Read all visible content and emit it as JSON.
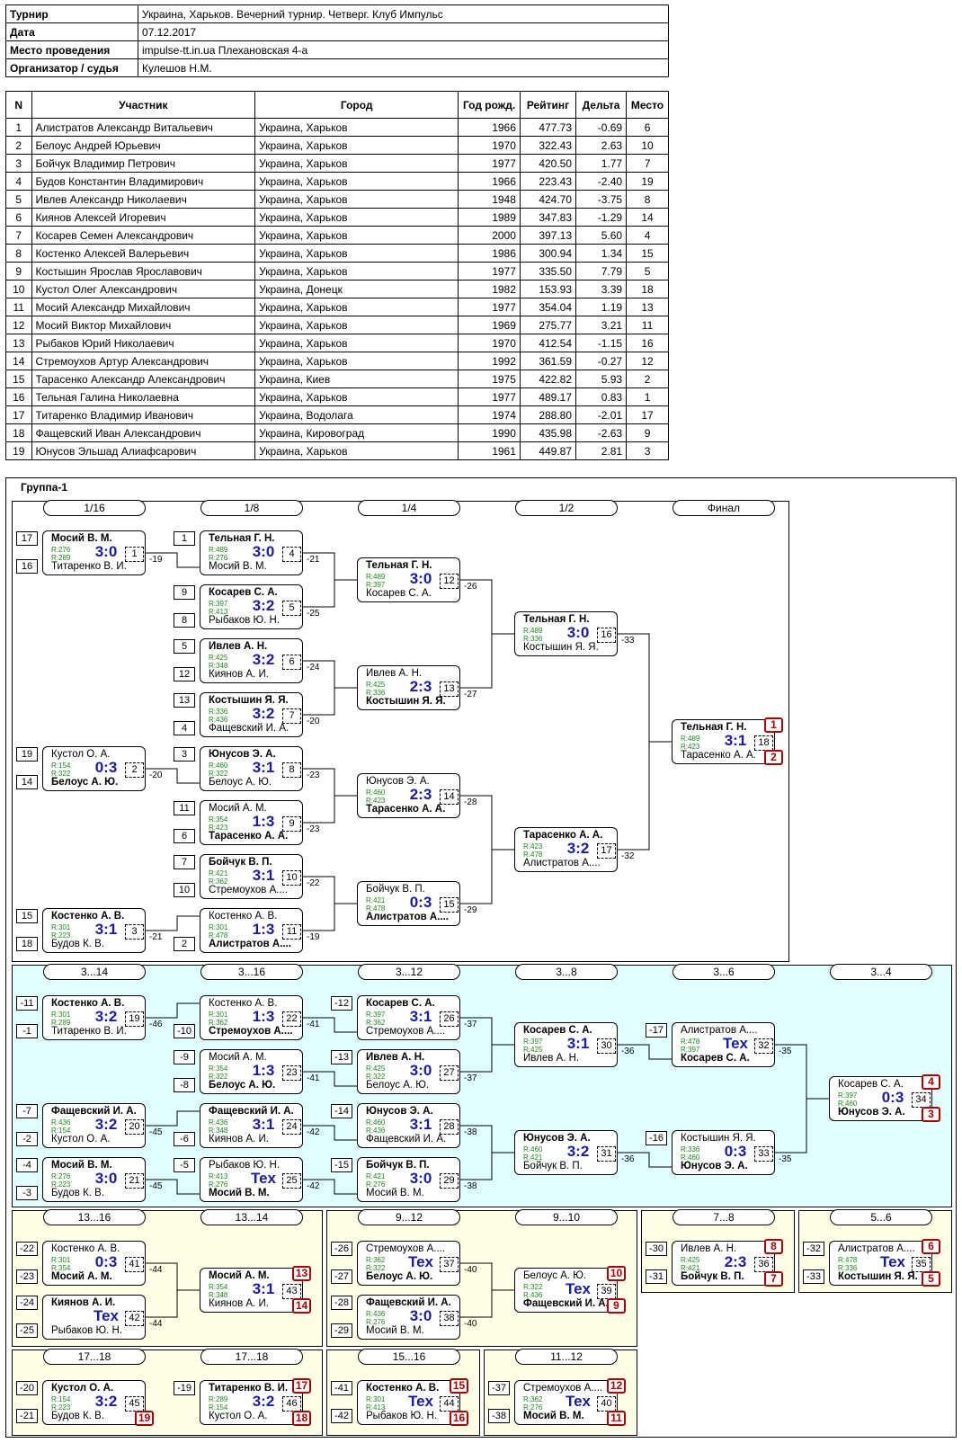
{
  "info": [
    {
      "k": "Турнир",
      "v": "Украина, Харьков. Вечерний турнир. Четверг. Клуб Импульс"
    },
    {
      "k": "Дата",
      "v": "07.12.2017"
    },
    {
      "k": "Место проведения",
      "v": "impulse-tt.in.ua Плехановская 4-а"
    },
    {
      "k": "Организатор / судья",
      "v": "Кулешов Н.М."
    }
  ],
  "headers": [
    "N",
    "Участник",
    "Город",
    "Год рожд.",
    "Рейтинг",
    "Дельта",
    "Место"
  ],
  "participants": [
    [
      "1",
      "Алистратов Александр Витальевич",
      "Украина, Харьков",
      "1966",
      "477.73",
      "-0.69",
      "6"
    ],
    [
      "2",
      "Белоус Андрей Юрьевич",
      "Украина, Харьков",
      "1970",
      "322.43",
      "2.63",
      "10"
    ],
    [
      "3",
      "Бойчук Владимир Петрович",
      "Украина, Харьков",
      "1977",
      "420.50",
      "1.77",
      "7"
    ],
    [
      "4",
      "Будов Константин Владимирович",
      "Украина, Харьков",
      "1966",
      "223.43",
      "-2.40",
      "19"
    ],
    [
      "5",
      "Ивлев Александр Николаевич",
      "Украина, Харьков",
      "1948",
      "424.70",
      "-3.75",
      "8"
    ],
    [
      "6",
      "Киянов Алексей Игоревич",
      "Украина, Харьков",
      "1989",
      "347.83",
      "-1.29",
      "14"
    ],
    [
      "7",
      "Косарев Семен Александрович",
      "Украина, Харьков",
      "2000",
      "397.13",
      "5.60",
      "4"
    ],
    [
      "8",
      "Костенко Алексей Валерьевич",
      "Украина, Харьков",
      "1986",
      "300.94",
      "1.34",
      "15"
    ],
    [
      "9",
      "Костышин Ярослав Ярославович",
      "Украина, Харьков",
      "1977",
      "335.50",
      "7.79",
      "5"
    ],
    [
      "10",
      "Кустол Олег Александрович",
      "Украина, Донецк",
      "1982",
      "153.93",
      "3.39",
      "18"
    ],
    [
      "11",
      "Мосий Александр Михайлович",
      "Украина, Харьков",
      "1977",
      "354.04",
      "1.19",
      "13"
    ],
    [
      "12",
      "Мосий Виктор Михайлович",
      "Украина, Харьков",
      "1969",
      "275.77",
      "3.21",
      "11"
    ],
    [
      "13",
      "Рыбаков Юрий Николаевич",
      "Украина, Харьков",
      "1970",
      "412.54",
      "-1.15",
      "16"
    ],
    [
      "14",
      "Стремоухов Артур Александрович",
      "Украина, Харьков",
      "1992",
      "361.59",
      "-0.27",
      "12"
    ],
    [
      "15",
      "Тарасенко Александр Александрович",
      "Украина, Киев",
      "1975",
      "422.82",
      "5.93",
      "2"
    ],
    [
      "16",
      "Тельная Галина Николаевна",
      "Украина, Харьков",
      "1977",
      "489.17",
      "0.83",
      "1"
    ],
    [
      "17",
      "Титаренко Владимир Иванович",
      "Украина, Водолага",
      "1974",
      "288.80",
      "-2.01",
      "17"
    ],
    [
      "18",
      "Фащевский Иван Александрович",
      "Украина, Кировоград",
      "1990",
      "435.98",
      "-2.63",
      "9"
    ],
    [
      "19",
      "Юнусов Эльшад Алиафсарович",
      "Украина, Харьков",
      "1961",
      "449.87",
      "2.81",
      "3"
    ]
  ],
  "group_title": "Группа-1",
  "round_labels": {
    "r16": "1/16",
    "r8": "1/8",
    "r4": "1/4",
    "r2": "1/2",
    "final": "Финал",
    "c314": "3...14",
    "c316": "3...16",
    "c312": "3...12",
    "c38": "3...8",
    "c36": "3...6",
    "c34": "3...4",
    "c1316": "13...16",
    "c1314": "13...14",
    "c912": "9...12",
    "c910": "9...10",
    "c78": "7...8",
    "c56": "5...6",
    "c1718a": "17...18",
    "c1718b": "17...18",
    "c1516": "15...16",
    "c1112": "11...12"
  },
  "matches": [
    {
      "p1": "Мосий В. М.",
      "w": 1,
      "r1": "R:276",
      "r2": "R:289",
      "sc": "3:0",
      "id": "1",
      "p2": "Титаренко В. И.",
      "s1": "17",
      "s2": "16",
      "lnk": "-19"
    },
    {
      "p1": "Тельная Г. Н.",
      "w": 1,
      "r1": "R:489",
      "r2": "R:276",
      "sc": "3:0",
      "id": "4",
      "p2": "Мосий В. М.",
      "s1": "1",
      "lnk": "-21"
    },
    {
      "p1": "Косарев С. А.",
      "w": 1,
      "r1": "R:397",
      "r2": "R:413",
      "sc": "3:2",
      "id": "5",
      "p2": "Рыбаков Ю. Н.",
      "s1": "9",
      "s2": "8",
      "lnk": "-25"
    },
    {
      "p1": "Ивлев А. Н.",
      "w": 1,
      "r1": "R:425",
      "r2": "R:348",
      "sc": "3:2",
      "id": "6",
      "p2": "Киянов А. И.",
      "s1": "5",
      "s2": "12",
      "lnk": "-24"
    },
    {
      "p1": "Костышин Я. Я.",
      "w": 1,
      "r1": "R:336",
      "r2": "R:436",
      "sc": "3:2",
      "id": "7",
      "p2": "Фащевский И. А.",
      "s1": "13",
      "s2": "4",
      "lnk": "-20"
    },
    {
      "p1": "Кустол О. А.",
      "w": 2,
      "r1": "R:154",
      "r2": "R:322",
      "sc": "0:3",
      "id": "2",
      "p2": "Белоус А. Ю.",
      "s1": "19",
      "s2": "14",
      "lnk": "-20"
    },
    {
      "p1": "Юнусов Э. А.",
      "w": 1,
      "r1": "R:460",
      "r2": "R:322",
      "sc": "3:1",
      "id": "8",
      "p2": "Белоус А. Ю.",
      "s1": "3",
      "lnk": "-23"
    },
    {
      "p1": "Мосий А. М.",
      "w": 2,
      "r1": "R:354",
      "r2": "R:423",
      "sc": "1:3",
      "id": "9",
      "p2": "Тарасенко А. А.",
      "s1": "11",
      "s2": "6",
      "lnk": "-23"
    },
    {
      "p1": "Бойчук В. П.",
      "w": 1,
      "r1": "R:421",
      "r2": "R:362",
      "sc": "3:1",
      "id": "10",
      "p2": "Стремоухов А....",
      "s1": "7",
      "s2": "10",
      "lnk": "-22"
    },
    {
      "p1": "Костенко А. В.",
      "w": 1,
      "r1": "R:301",
      "r2": "R:223",
      "sc": "3:1",
      "id": "3",
      "p2": "Будов К. В.",
      "s1": "15",
      "s2": "18",
      "lnk": "-21"
    },
    {
      "p1": "Костенко А. В.",
      "w": 2,
      "r1": "R:301",
      "r2": "R:478",
      "sc": "1:3",
      "id": "11",
      "p2": "Алистратов А....",
      "s2": "2",
      "lnk": "-19"
    },
    {
      "p1": "Тельная Г. Н.",
      "w": 1,
      "r1": "R:489",
      "r2": "R:397",
      "sc": "3:0",
      "id": "12",
      "p2": "Косарев С. А.",
      "lnk": "-26"
    },
    {
      "p1": "Ивлев А. Н.",
      "w": 2,
      "r1": "R:425",
      "r2": "R:336",
      "sc": "2:3",
      "id": "13",
      "p2": "Костышин Я. Я.",
      "lnk": "-27"
    },
    {
      "p1": "Юнусов Э. А.",
      "w": 2,
      "r1": "R:460",
      "r2": "R:423",
      "sc": "2:3",
      "id": "14",
      "p2": "Тарасенко А. А.",
      "lnk": "-28"
    },
    {
      "p1": "Бойчук В. П.",
      "w": 2,
      "r1": "R:421",
      "r2": "R:478",
      "sc": "0:3",
      "id": "15",
      "p2": "Алистратов А....",
      "lnk": "-29"
    },
    {
      "p1": "Тельная Г. Н.",
      "w": 1,
      "r1": "R:489",
      "r2": "R:336",
      "sc": "3:0",
      "id": "16",
      "p2": "Костышин Я. Я.",
      "lnk": "-33"
    },
    {
      "p1": "Тарасенко А. А.",
      "w": 1,
      "r1": "R:423",
      "r2": "R:478",
      "sc": "3:2",
      "id": "17",
      "p2": "Алистратов А....",
      "lnk": "-32"
    },
    {
      "p1": "Тельная Г. Н.",
      "w": 1,
      "r1": "R:489",
      "r2": "R:423",
      "sc": "3:1",
      "id": "18",
      "p2": "Тарасенко А. А.",
      "pl1": "1",
      "pl2": "2"
    },
    {
      "p1": "Костенко А. В.",
      "w": 1,
      "r1": "R:301",
      "r2": "R:289",
      "sc": "3:2",
      "id": "19",
      "p2": "Титаренко В. И.",
      "s1": "-11",
      "s2": "-1",
      "lnk": "-46"
    },
    {
      "p1": "Фащевский И. А.",
      "w": 1,
      "r1": "R:436",
      "r2": "R:154",
      "sc": "3:2",
      "id": "20",
      "p2": "Кустол О. А.",
      "s1": "-7",
      "s2": "-2",
      "lnk": "-45"
    },
    {
      "p1": "Мосий В. М.",
      "w": 1,
      "r1": "R:276",
      "r2": "R:223",
      "sc": "3:0",
      "id": "21",
      "p2": "Будов К. В.",
      "s1": "-4",
      "s2": "-3",
      "lnk": "-45"
    },
    {
      "p1": "Костенко А. В.",
      "w": 2,
      "r1": "R:301",
      "r2": "R:362",
      "sc": "1:3",
      "id": "22",
      "p2": "Стремоухов А....",
      "s2": "-10",
      "lnk": "-41"
    },
    {
      "p1": "Мосий А. М.",
      "w": 2,
      "r1": "R:354",
      "r2": "R:322",
      "sc": "1:3",
      "id": "23",
      "p2": "Белоус А. Ю.",
      "s1": "-9",
      "s2": "-8",
      "lnk": "-41"
    },
    {
      "p1": "Фащевский И. А.",
      "w": 1,
      "r1": "R:436",
      "r2": "R:348",
      "sc": "3:1",
      "id": "24",
      "p2": "Киянов А. И.",
      "s2": "-6",
      "lnk": "-42"
    },
    {
      "p1": "Рыбаков Ю. Н.",
      "w": 2,
      "r1": "R:413",
      "r2": "R:276",
      "sc": "Tex",
      "id": "25",
      "p2": "Мосий В. М.",
      "s1": "-5",
      "lnk": "-42"
    },
    {
      "p1": "Косарев С. А.",
      "w": 1,
      "r1": "R:397",
      "r2": "R:362",
      "sc": "3:1",
      "id": "26",
      "p2": "Стремоухов А....",
      "s1": "-12",
      "lnk": "-37"
    },
    {
      "p1": "Ивлев А. Н.",
      "w": 1,
      "r1": "R:425",
      "r2": "R:322",
      "sc": "3:0",
      "id": "27",
      "p2": "Белоус А. Ю.",
      "s1": "-13",
      "lnk": "-37"
    },
    {
      "p1": "Юнусов Э. А.",
      "w": 1,
      "r1": "R:460",
      "r2": "R:436",
      "sc": "3:1",
      "id": "28",
      "p2": "Фащевский И. А.",
      "s1": "-14",
      "lnk": "-38"
    },
    {
      "p1": "Бойчук В. П.",
      "w": 1,
      "r1": "R:421",
      "r2": "R:276",
      "sc": "3:0",
      "id": "29",
      "p2": "Мосий В. М.",
      "s1": "-15",
      "lnk": "-38"
    },
    {
      "p1": "Косарев С. А.",
      "w": 1,
      "r1": "R:397",
      "r2": "R:425",
      "sc": "3:1",
      "id": "30",
      "p2": "Ивлев А. Н.",
      "lnk": "-36"
    },
    {
      "p1": "Юнусов Э. А.",
      "w": 1,
      "r1": "R:460",
      "r2": "R:421",
      "sc": "3:2",
      "id": "31",
      "p2": "Бойчук В. П.",
      "lnk": "-36"
    },
    {
      "p1": "Алистратов А....",
      "w": 2,
      "r1": "R:478",
      "r2": "R:397",
      "sc": "Tex",
      "id": "32",
      "p2": "Косарев С. А.",
      "s1": "-17",
      "lnk": "-35"
    },
    {
      "p1": "Костышин Я. Я.",
      "w": 2,
      "r1": "R:336",
      "r2": "R:460",
      "sc": "0:3",
      "id": "33",
      "p2": "Юнусов Э. А.",
      "s1": "-16",
      "lnk": "-35"
    },
    {
      "p1": "Косарев С. А.",
      "w": 2,
      "r1": "R:397",
      "r2": "R:460",
      "sc": "0:3",
      "id": "34",
      "p2": "Юнусов Э. А.",
      "pl1": "4",
      "pl2": "3"
    },
    {
      "p1": "Костенко А. В.",
      "w": 2,
      "r1": "R:301",
      "r2": "R:354",
      "sc": "0:3",
      "id": "41",
      "p2": "Мосий А. М.",
      "s1": "-22",
      "s2": "-23",
      "lnk": "-44"
    },
    {
      "p1": "Киянов А. И.",
      "w": 1,
      "r1": "",
      "r2": "",
      "sc": "Tex",
      "id": "42",
      "p2": "Рыбаков Ю. Н.",
      "s1": "-24",
      "s2": "-25",
      "lnk": "-44"
    },
    {
      "p1": "Мосий А. М.",
      "w": 1,
      "r1": "R:354",
      "r2": "R:348",
      "sc": "3:1",
      "id": "43",
      "p2": "Киянов А. И.",
      "pl1": "13",
      "pl2": "14"
    },
    {
      "p1": "Стремоухов А....",
      "w": 2,
      "r1": "R:362",
      "r2": "R:322",
      "sc": "Tex",
      "id": "37",
      "p2": "Белоус А. Ю.",
      "s1": "-26",
      "s2": "-27",
      "lnk": "-40"
    },
    {
      "p1": "Фащевский И. А.",
      "w": 1,
      "r1": "R:436",
      "r2": "R:276",
      "sc": "3:0",
      "id": "38",
      "p2": "Мосий В. М.",
      "s1": "-28",
      "s2": "-29",
      "lnk": "-40"
    },
    {
      "p1": "Белоус А. Ю.",
      "w": 2,
      "r1": "R:322",
      "r2": "R:436",
      "sc": "Tex",
      "id": "39",
      "p2": "Фащевский И. А.",
      "pl1": "10",
      "pl2": "9"
    },
    {
      "p1": "Ивлев А. Н.",
      "w": 2,
      "r1": "R:425",
      "r2": "R:421",
      "sc": "2:3",
      "id": "36",
      "p2": "Бойчук В. П.",
      "s1": "-30",
      "s2": "-31",
      "pl1": "8",
      "pl2": "7"
    },
    {
      "p1": "Алистратов А....",
      "w": 2,
      "r1": "R:478",
      "r2": "R:336",
      "sc": "Tex",
      "id": "35",
      "p2": "Костышин Я. Я.",
      "s1": "-32",
      "s2": "-33",
      "pl1": "6",
      "pl2": "5"
    },
    {
      "p1": "Кустол О. А.",
      "w": 1,
      "r1": "R:154",
      "r2": "R:223",
      "sc": "3:2",
      "id": "45",
      "p2": "Будов К. В.",
      "s1": "-20",
      "s2": "-21",
      "pl2": "19"
    },
    {
      "p1": "Титаренко В. И.",
      "w": 1,
      "r1": "R:289",
      "r2": "R:154",
      "sc": "3:2",
      "id": "46",
      "p2": "Кустол О. А.",
      "s1": "-19",
      "pl1": "17",
      "pl2": "18"
    },
    {
      "p1": "Костенко А. В.",
      "w": 1,
      "r1": "R:301",
      "r2": "R:413",
      "sc": "Tex",
      "id": "44",
      "p2": "Рыбаков Ю. Н.",
      "s1": "-41",
      "s2": "-42",
      "pl1": "15",
      "pl2": "16"
    },
    {
      "p1": "Стремоухов А....",
      "w": 2,
      "r1": "R:362",
      "r2": "R:276",
      "sc": "Tex",
      "id": "40",
      "p2": "Мосий В. М.",
      "s1": "-37",
      "s2": "-38",
      "pl1": "12",
      "pl2": "11"
    }
  ]
}
